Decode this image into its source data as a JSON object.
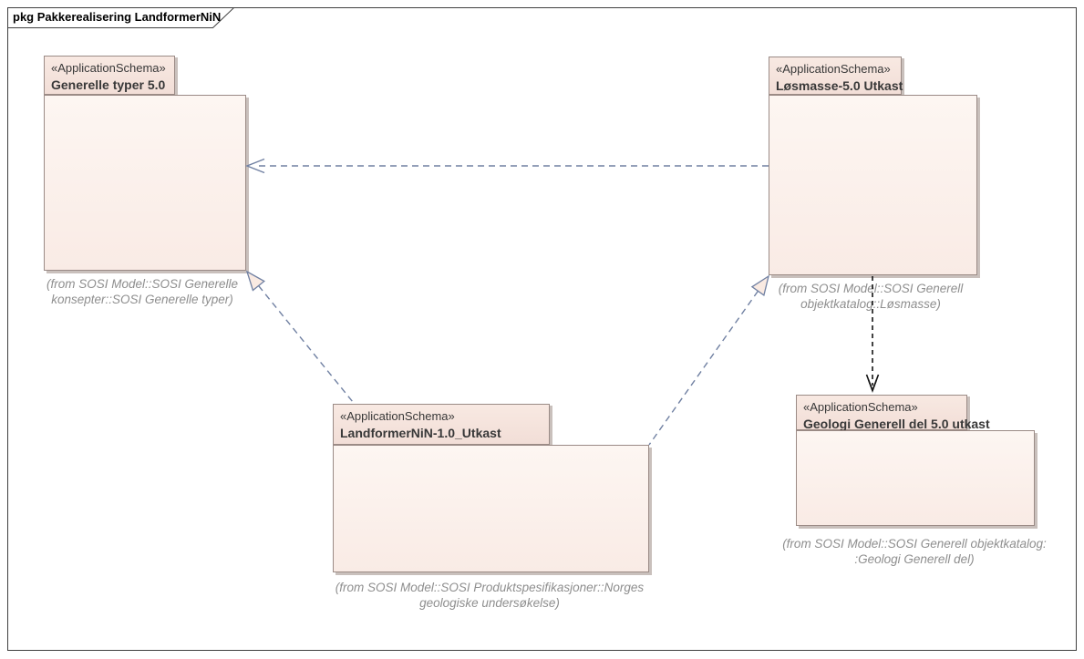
{
  "frame": {
    "title": "pkg Pakkerealisering LandformerNiN"
  },
  "packages": [
    {
      "stereotype": "«ApplicationSchema»",
      "name": "Generelle typer 5.0",
      "note_lines": [
        "(from SOSI Model::SOSI Generelle",
        "konsepter::SOSI Generelle typer)"
      ]
    },
    {
      "stereotype": "«ApplicationSchema»",
      "name": "Løsmasse-5.0 Utkast",
      "note_lines": [
        "(from SOSI Model::SOSI Generell",
        "objektkatalog::Løsmasse)"
      ]
    },
    {
      "stereotype": "«ApplicationSchema»",
      "name": "LandformerNiN-1.0_Utkast",
      "note_lines": [
        "(from SOSI Model::SOSI Produktspesifikasjoner::Norges",
        "geologiske undersøkelse)"
      ]
    },
    {
      "stereotype": "«ApplicationSchema»",
      "name": "Geologi Generell del 5.0 utkast",
      "note_lines": [
        "(from SOSI Model::SOSI Generell objektkatalog:",
        ":Geologi Generell del)"
      ]
    }
  ],
  "relationships": [
    {
      "type": "dependency",
      "style": "dashed-open-arrow",
      "from": "Løsmasse-5.0 Utkast",
      "to": "Generelle typer 5.0"
    },
    {
      "type": "realization",
      "style": "dashed-hollow-triangle",
      "from": "LandformerNiN-1.0_Utkast",
      "to": "Generelle typer 5.0"
    },
    {
      "type": "realization",
      "style": "dashed-hollow-triangle",
      "from": "LandformerNiN-1.0_Utkast",
      "to": "Løsmasse-5.0 Utkast"
    },
    {
      "type": "dependency",
      "style": "dashed-open-arrow-black",
      "from": "Løsmasse-5.0 Utkast",
      "to": "Geologi Generell del 5.0 utkast"
    }
  ],
  "colors": {
    "package_tab_fill": "#f8e9e2",
    "package_body_fill": "#fdf6f2",
    "package_border": "#9b8b86",
    "connector_blue": "#7080a2",
    "connector_black": "#141414",
    "note_text": "#8e8e8e",
    "frame_border": "#404040"
  }
}
